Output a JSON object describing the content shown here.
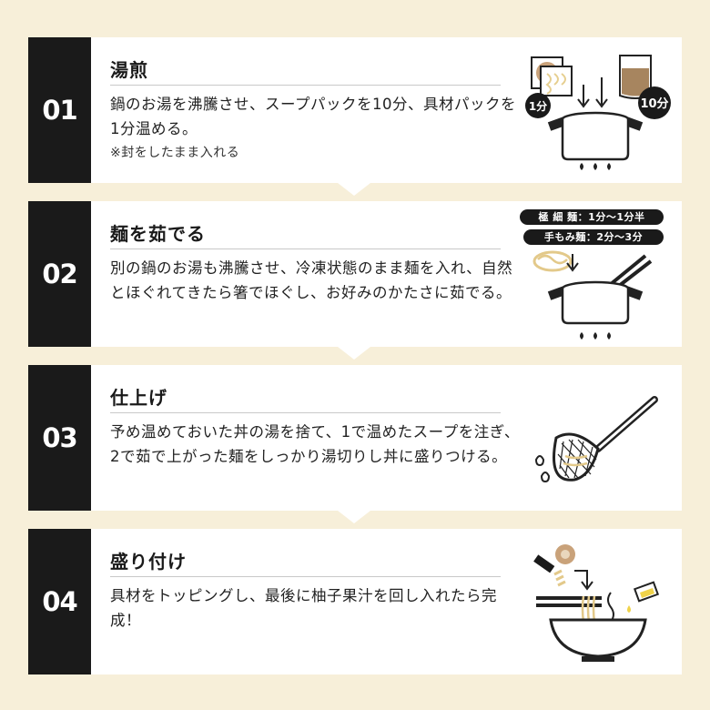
{
  "steps": [
    {
      "num": "01",
      "title": "湯煎",
      "body": "鍋のお湯を沸騰させ、スープパックを10分、具材パックを1分温める。",
      "note": "※封をしたまま入れる",
      "badges": [
        "1分",
        "10分"
      ],
      "icons": [
        "ingredient-pack-icon",
        "soup-pack-icon",
        "pot-icon",
        "flame-icon"
      ]
    },
    {
      "num": "02",
      "title": "麺を茹でる",
      "body": "別の鍋のお湯も沸騰させ、冷凍状態のまま麺を入れ、自然とほぐれてきたら箸でほぐし、お好みのかたさに茹でる。",
      "pills": [
        "極 細 麺：1分〜1分半",
        "手もみ麺：2分〜3分"
      ],
      "icons": [
        "noodles-icon",
        "chopsticks-icon",
        "pot-icon",
        "flame-icon"
      ]
    },
    {
      "num": "03",
      "title": "仕上げ",
      "body": "予め温めておいた丼の湯を捨て、1で温めたスープを注ぎ、2で茹で上がった麺をしっかり湯切りし丼に盛りつける。",
      "icons": [
        "strainer-icon",
        "water-drop-icon"
      ]
    },
    {
      "num": "04",
      "title": "盛り付け",
      "body": "具材をトッピングし、最後に柚子果汁を回し入れたら完成！",
      "icons": [
        "toppings-icon",
        "chopsticks-icon",
        "bowl-icon",
        "yuzu-juice-icon"
      ]
    }
  ]
}
